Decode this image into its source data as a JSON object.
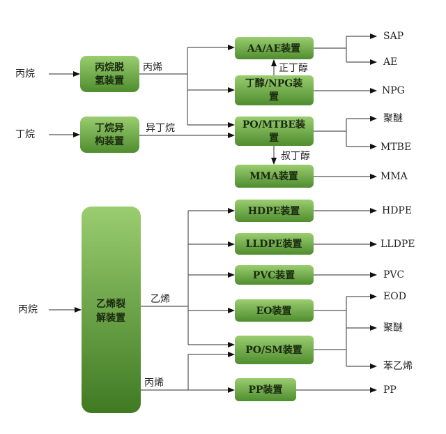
{
  "inputs": {
    "propane1": "丙烷",
    "butane": "丁烷",
    "propane2": "丙烷"
  },
  "units": {
    "pdh": [
      "丙烷脱",
      "氢装置"
    ],
    "butane_iso": [
      "丁烷异",
      "构装置"
    ],
    "aa_ae": "AA/AE装置",
    "butanol_npg": [
      "丁醇/NPG装",
      "置"
    ],
    "po_mtbe": [
      "PO/MTBE装",
      "置"
    ],
    "mma": "MMA装置",
    "cracker": [
      "乙烯裂",
      "解装置"
    ],
    "hdpe": "HDPE装置",
    "lldpe": "LLDPE装置",
    "pvc": "PVC装置",
    "eo": "EO装置",
    "po_sm": "PO/SM装置",
    "pp": "PP装置"
  },
  "streams": {
    "propylene1": "丙烯",
    "isobutane": "异丁烷",
    "n_butanol": "正丁醇",
    "t_butanol": "叔丁醇",
    "ethylene": "乙烯",
    "propylene2": "丙烯"
  },
  "products": {
    "sap": "SAP",
    "ae": "AE",
    "npg": "NPG",
    "polyether1": "聚醚",
    "mtbe": "MTBE",
    "mma": "MMA",
    "hdpe": "HDPE",
    "lldpe": "LLDPE",
    "pvc": "PVC",
    "eod": "EOD",
    "polyether2": "聚醚",
    "styrene": "苯乙烯",
    "pp": "PP"
  },
  "colors": {
    "box_top": "#9acd70",
    "box_bottom": "#4a8a2a"
  }
}
